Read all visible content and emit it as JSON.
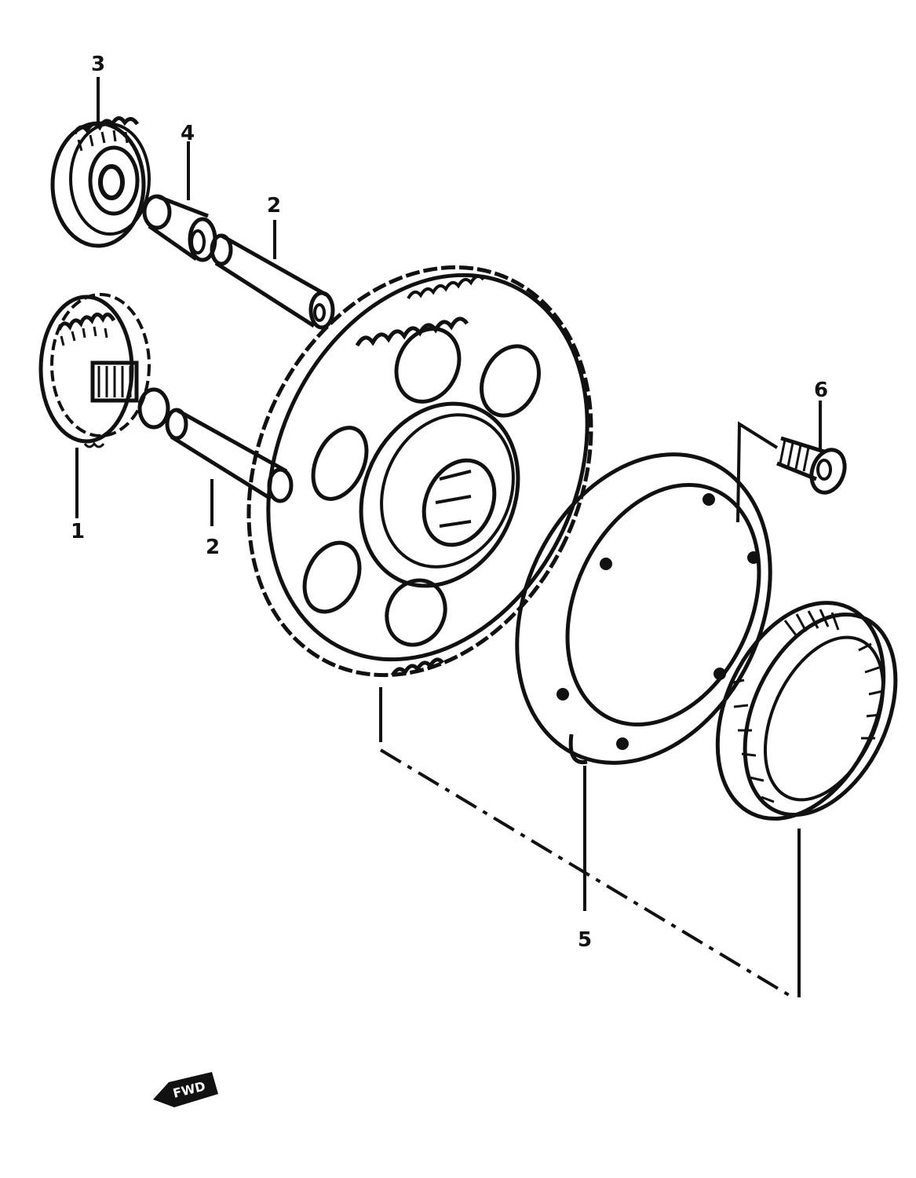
{
  "diagram": {
    "callouts": [
      {
        "id": "3",
        "label": "3"
      },
      {
        "id": "4",
        "label": "4"
      },
      {
        "id": "2a",
        "label": "2"
      },
      {
        "id": "1",
        "label": "1"
      },
      {
        "id": "2b",
        "label": "2"
      },
      {
        "id": "6",
        "label": "6"
      },
      {
        "id": "5",
        "label": "5"
      }
    ],
    "front_arrow": {
      "label": "FWD"
    },
    "colors": {
      "ink": "#111111",
      "paper": "#ffffff"
    }
  }
}
